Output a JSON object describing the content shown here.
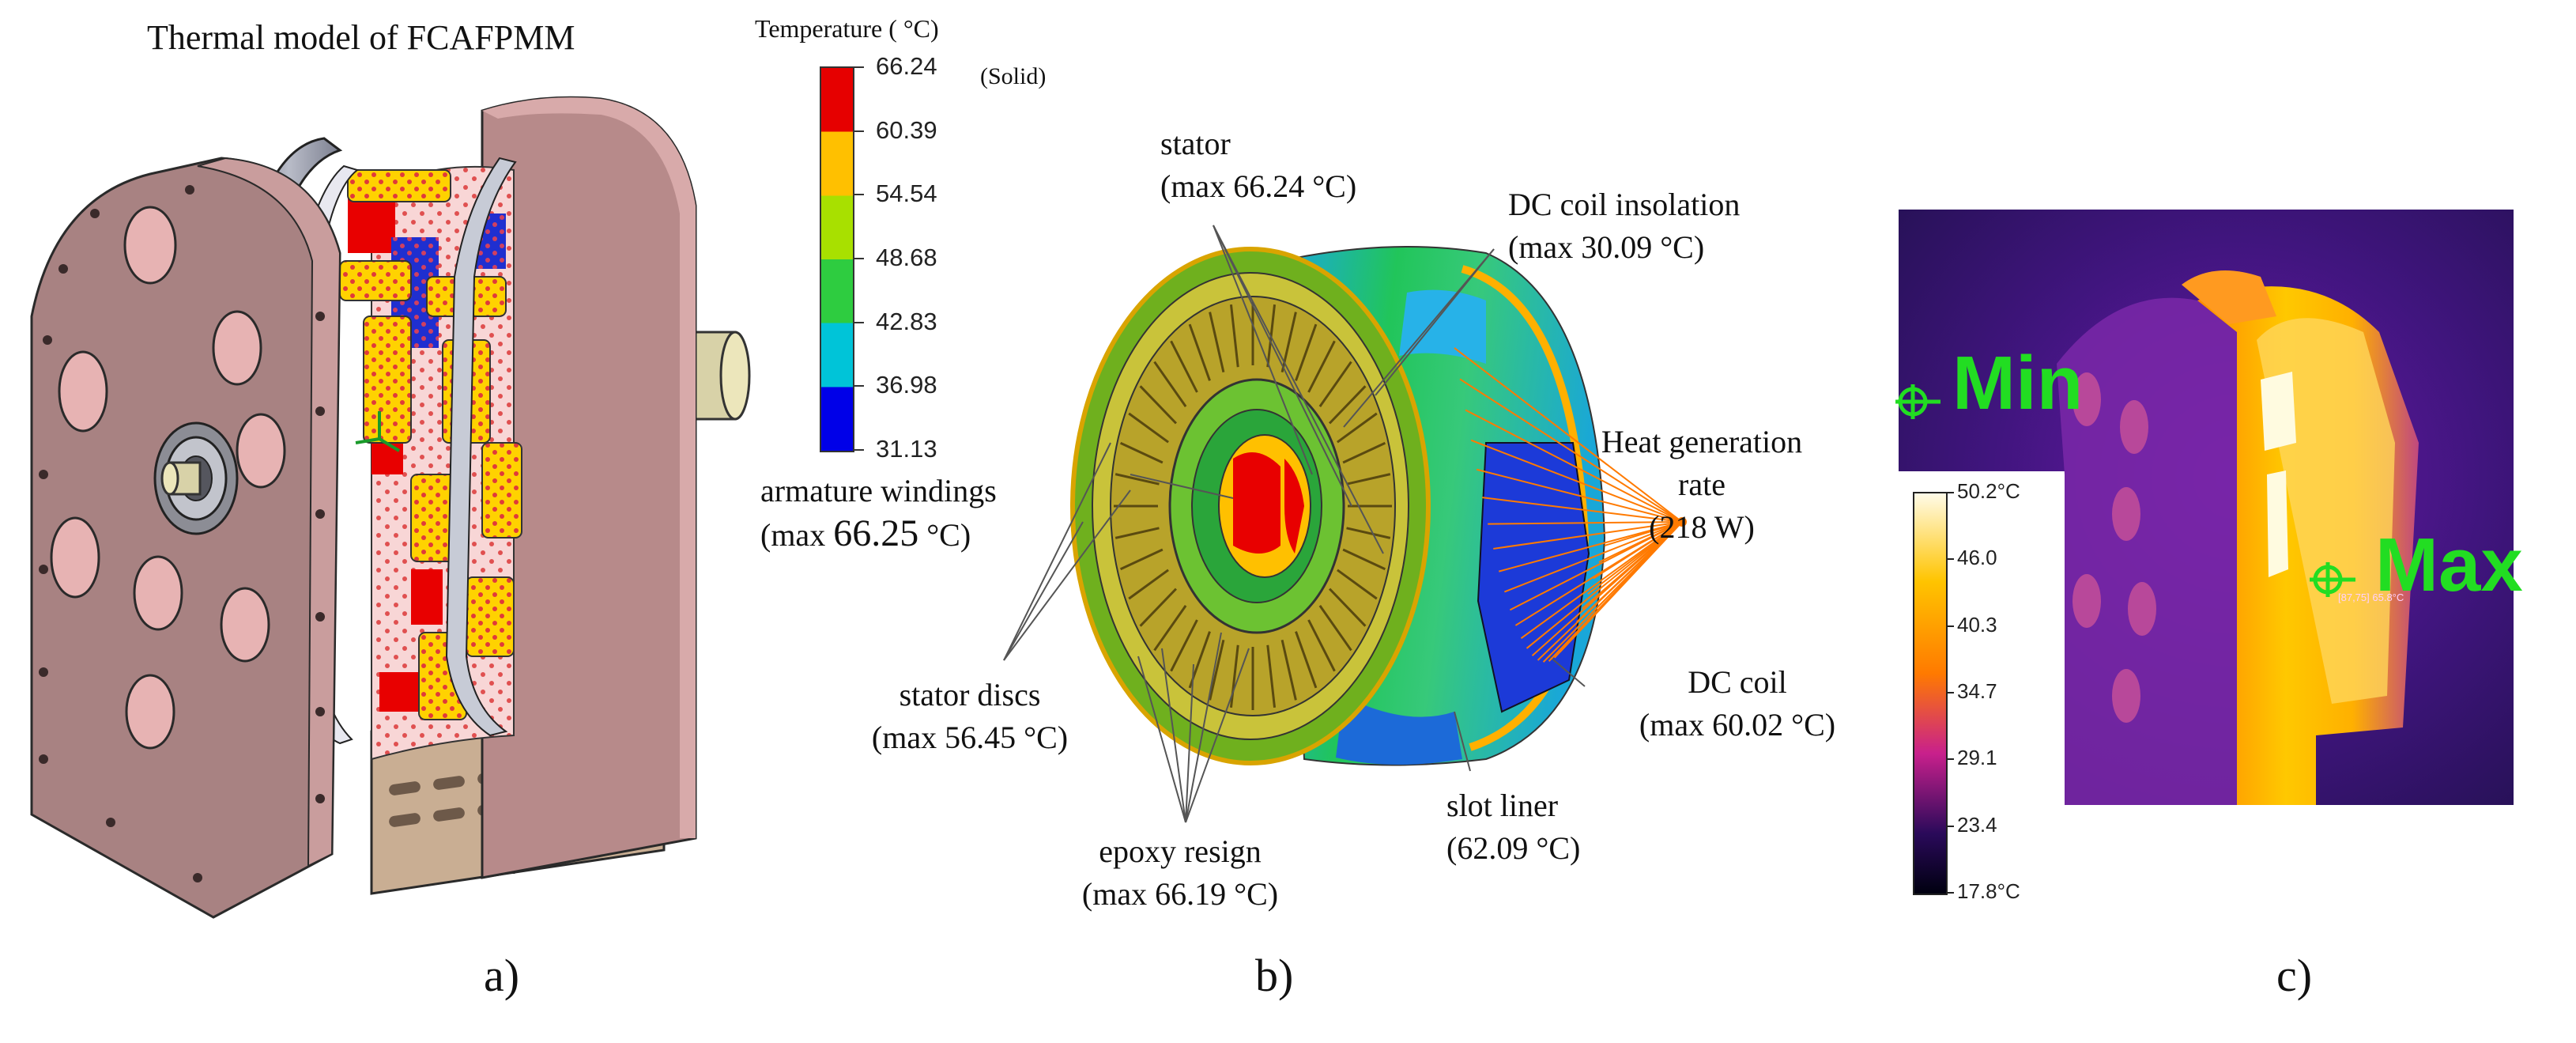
{
  "panel_a": {
    "title": "Thermal model of FCAFPMM",
    "caption": "a)"
  },
  "legend": {
    "title": "Temperature ( °C)",
    "mode": "(Solid)",
    "ticks": [
      "66.24",
      "60.39",
      "54.54",
      "48.68",
      "42.83",
      "36.98",
      "31.13"
    ],
    "colors": [
      "#e60000",
      "#ffc000",
      "#a8e000",
      "#2ecc40",
      "#00c4d8",
      "#0000e8"
    ]
  },
  "panel_b": {
    "caption": "b)",
    "labels": {
      "stator": {
        "name": "stator",
        "value": "(max 66.24 °C)"
      },
      "dc_coil_insulation": {
        "name": "DC coil insolation",
        "value": "(max 30.09 °C)"
      },
      "armature_windings": {
        "name": "armature windings",
        "value_prefix": "(max ",
        "value_big": "66.25",
        "value_suffix": " °C)"
      },
      "heat_generation": {
        "line1": "Heat generation",
        "line2": "rate",
        "value": "(218 W)"
      },
      "stator_discs": {
        "name": "stator discs",
        "value": "(max 56.45 °C)"
      },
      "dc_coil": {
        "name": "DC coil",
        "value": "(max 60.02 °C)"
      },
      "slot_liner": {
        "name": "slot liner",
        "value": "(62.09 °C)"
      },
      "epoxy_resign": {
        "name": "epoxy resign",
        "value": "(max 66.19 °C)"
      }
    }
  },
  "panel_c": {
    "caption": "c)",
    "min_label": "Min",
    "max_label": "Max",
    "max_readout": "[87,75] 65.8°C",
    "scale_ticks": [
      "50.2°C",
      "46.0",
      "40.3",
      "34.7",
      "29.1",
      "23.4",
      "17.8°C"
    ],
    "scale_colors": {
      "hot": "#fffbe8",
      "warm": "#ffc400",
      "mid": "#ff7a00",
      "cool": "#c8208c",
      "cold": "#2a0a5a",
      "coldest": "#000010"
    },
    "label_color": "#22dd22"
  }
}
